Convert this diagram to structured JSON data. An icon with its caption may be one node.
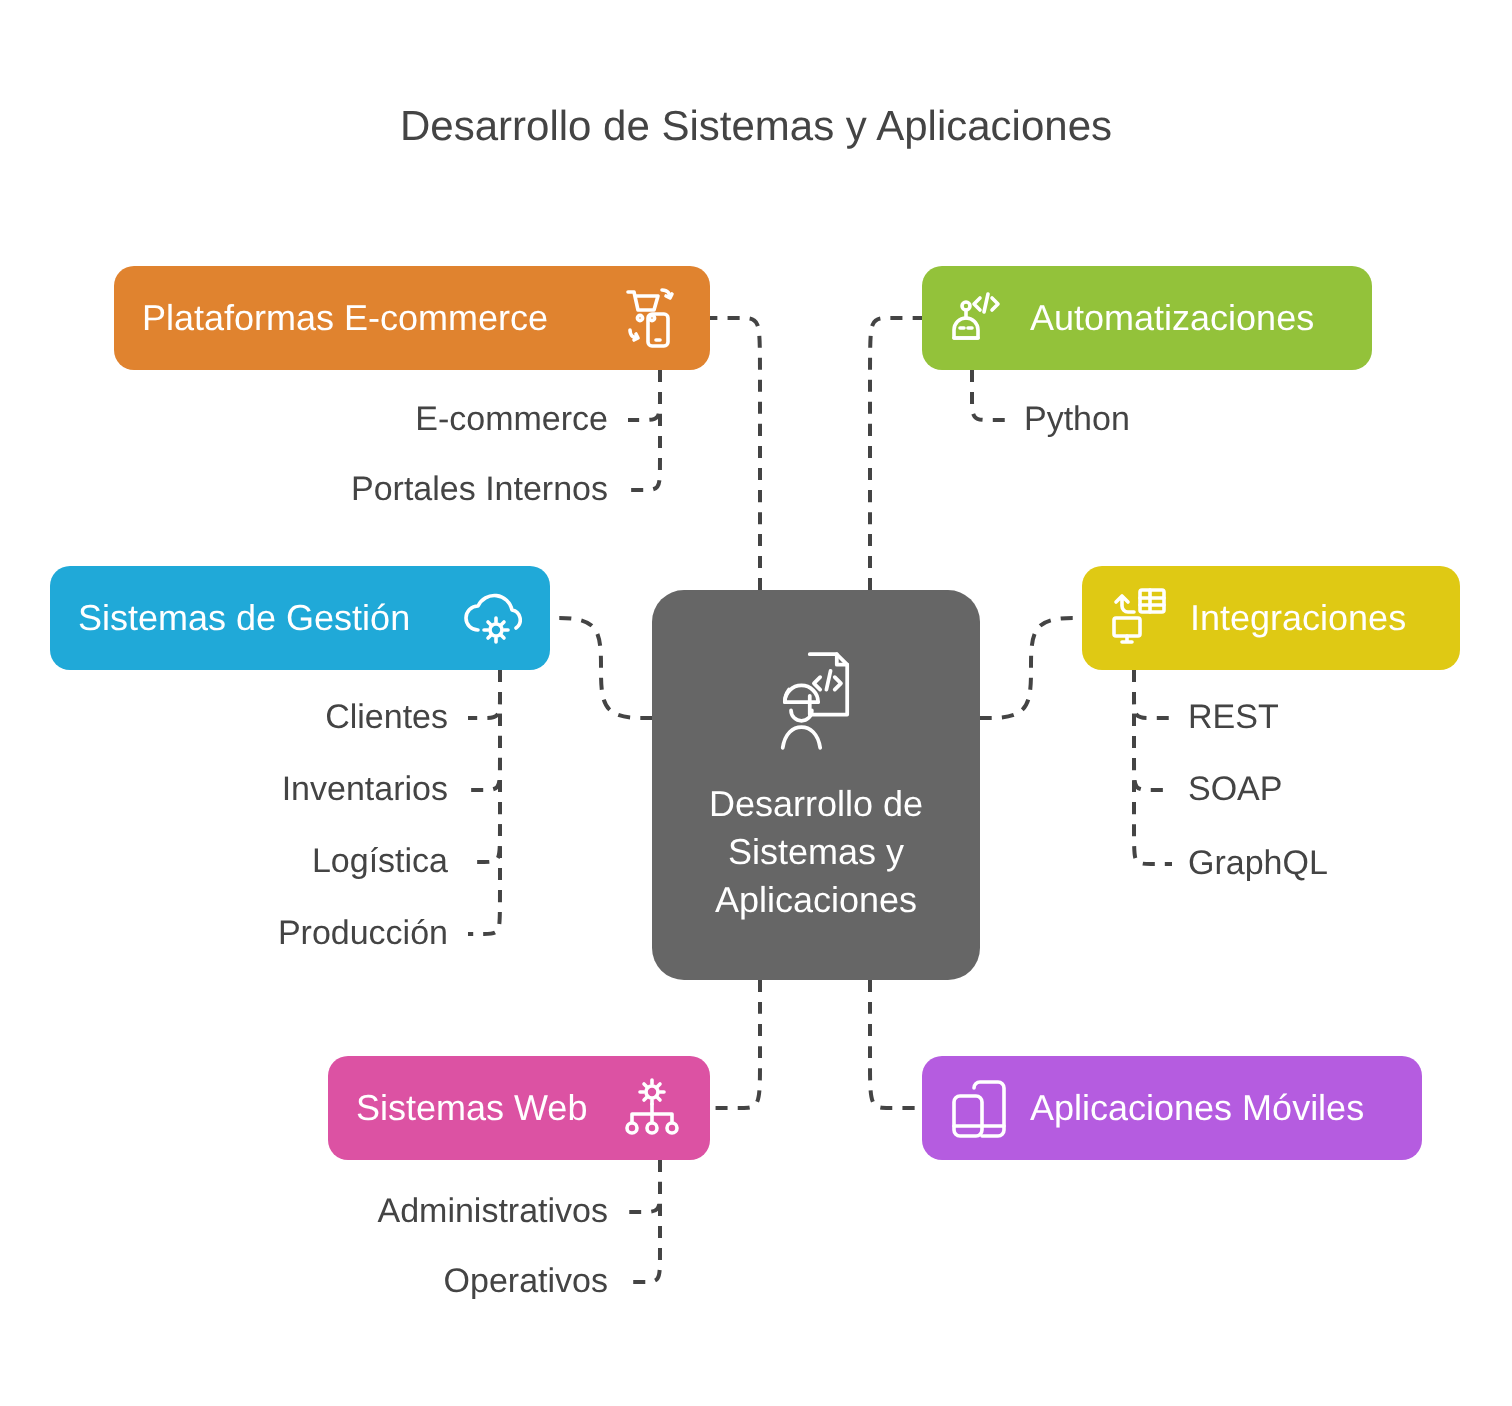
{
  "diagram": {
    "title": "Desarrollo de Sistemas y Aplicaciones",
    "nodes": [
      {
        "text": [
          "Desarrollo de Sistemas y Aplicaciones"
        ]
      },
      {
        "text": [
          "Plataformas E-commerce"
        ]
      },
      {
        "text": [
          "E-commerce"
        ]
      },
      {
        "text": [
          "Portales Internos"
        ]
      },
      {
        "text": [
          "Automatizaciones"
        ]
      },
      {
        "text": [
          "Python"
        ]
      },
      {
        "text": [
          "Sistemas de Gestión"
        ]
      },
      {
        "text": [
          "Clientes"
        ]
      },
      {
        "text": [
          "Inventarios"
        ]
      },
      {
        "text": [
          "Logística"
        ]
      },
      {
        "text": [
          "Producción"
        ]
      },
      {
        "text": [
          "Integraciones"
        ]
      },
      {
        "text": [
          "REST"
        ]
      },
      {
        "text": [
          "SOAP"
        ]
      },
      {
        "text": [
          "GraphQL"
        ]
      },
      {
        "text": [
          "Sistemas Web"
        ]
      },
      {
        "text": [
          "Administrativos"
        ]
      },
      {
        "text": [
          "Operativos"
        ]
      },
      {
        "text": [
          "Aplicaciones Móviles"
        ]
      }
    ],
    "edges": [
      {
        "from": 0,
        "to": 1,
        "arrow": "none",
        "style": "dashed"
      },
      {
        "from": 0,
        "to": 4,
        "arrow": "none",
        "style": "dashed"
      },
      {
        "from": 0,
        "to": 6,
        "arrow": "none",
        "style": "dashed"
      },
      {
        "from": 0,
        "to": 11,
        "arrow": "none",
        "style": "dashed"
      },
      {
        "from": 0,
        "to": 15,
        "arrow": "none",
        "style": "dashed"
      },
      {
        "from": 0,
        "to": 18,
        "arrow": "none",
        "style": "dashed"
      },
      {
        "from": 1,
        "to": 2,
        "arrow": "none",
        "style": "dashed"
      },
      {
        "from": 1,
        "to": 3,
        "arrow": "none",
        "style": "dashed"
      },
      {
        "from": 4,
        "to": 5,
        "arrow": "none",
        "style": "dashed"
      },
      {
        "from": 6,
        "to": 7,
        "arrow": "none",
        "style": "dashed"
      },
      {
        "from": 6,
        "to": 8,
        "arrow": "none",
        "style": "dashed"
      },
      {
        "from": 6,
        "to": 9,
        "arrow": "none",
        "style": "dashed"
      },
      {
        "from": 6,
        "to": 10,
        "arrow": "none",
        "style": "dashed"
      },
      {
        "from": 11,
        "to": 12,
        "arrow": "none",
        "style": "dashed"
      },
      {
        "from": 11,
        "to": 13,
        "arrow": "none",
        "style": "dashed"
      },
      {
        "from": 11,
        "to": 14,
        "arrow": "none",
        "style": "dashed"
      },
      {
        "from": 15,
        "to": 16,
        "arrow": "none",
        "style": "dashed"
      },
      {
        "from": 15,
        "to": 17,
        "arrow": "none",
        "style": "dashed"
      }
    ]
  }
}
